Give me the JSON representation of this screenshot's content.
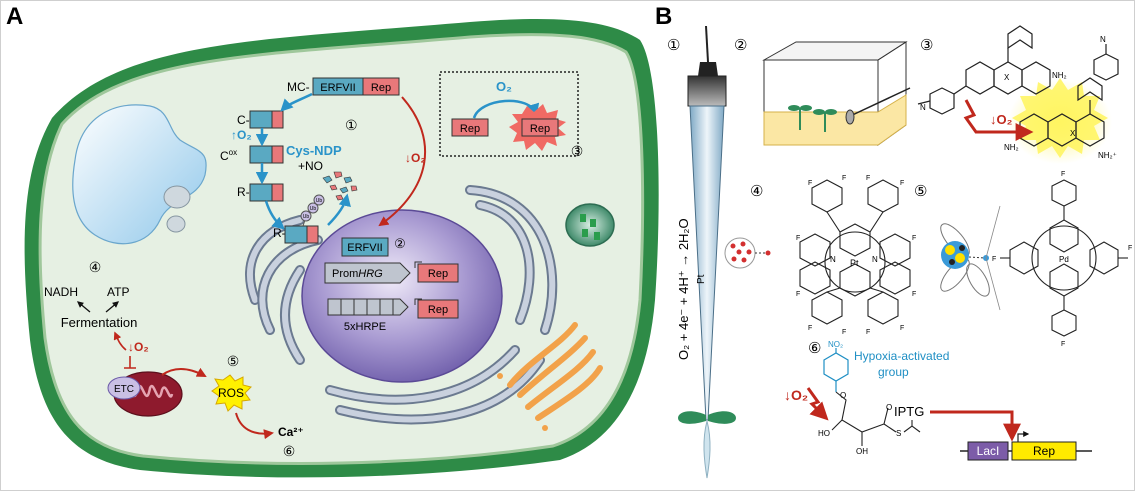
{
  "panels": {
    "a": "A",
    "b": "B"
  },
  "cell": {
    "mc_label": "MC-",
    "erfvii": "ERFVII",
    "rep": "Rep",
    "c_label": "C-",
    "cox_label": "C",
    "cox_sup": "ox",
    "r_label": "R-",
    "o2_up": "↑O₂",
    "cys_ndp": "Cys-NDP",
    "plus_no": "+NO",
    "o2_down": "↓O₂",
    "ub": "Ub",
    "nucleus_erfvii": "ERFVII",
    "prom": "Prom",
    "prom_italic": "HRG",
    "hrpe": "5xHRPE",
    "box_o2": "O₂",
    "nadh": "NADH",
    "atp": "ATP",
    "fermentation": "Fermentation",
    "etc": "ETC",
    "ros": "ROS",
    "ca": "Ca²⁺",
    "nums": [
      "①",
      "②",
      "③",
      "④",
      "⑤",
      "⑥"
    ]
  },
  "panel_b": {
    "nums": [
      "①",
      "②",
      "③",
      "④",
      "⑤",
      "⑥"
    ],
    "equation": "O₂ + 4e⁻ + 4H⁺ → 2H₂O",
    "pt": "Pt",
    "o2_down": "↓O₂",
    "hypoxia_line1": "Hypoxia-activated",
    "hypoxia_line2": "group",
    "no2": "NO₂",
    "iptg": "IPTG",
    "laci": "LacI",
    "rep": "Rep",
    "o_label": "O",
    "s_label": "S",
    "ho_label": "HO",
    "oh_label": "OH",
    "x_label": "X",
    "nh2": "NH₂",
    "nh2_plus": "NH₂⁺",
    "n_label": "N",
    "pt_label": "Pt",
    "pd_label": "Pd",
    "f_label": "F"
  },
  "colors": {
    "cell_wall": "#2e8b47",
    "cytoplasm": "#e6f0e3",
    "erfvii_fill": "#5aa9c2",
    "rep_fill": "#e8787a",
    "nucleus": "#8a77be",
    "red_arrow": "#c0281d",
    "blue_arrow": "#2a93c9",
    "lacI": "#7c5ca8",
    "yellow": "#ffea00"
  }
}
